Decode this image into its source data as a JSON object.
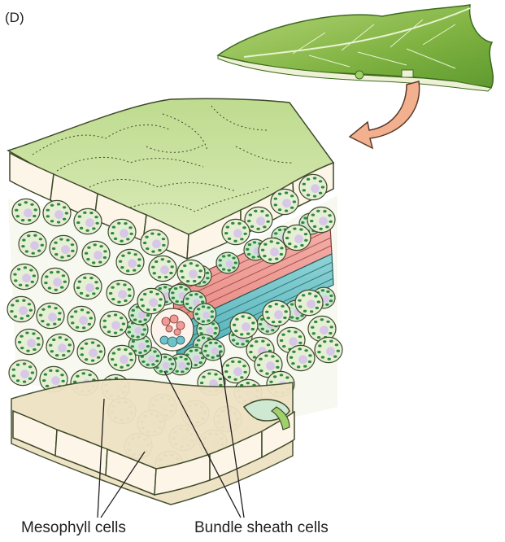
{
  "panel_label": "(D)",
  "labels": {
    "mesophyll": "Mesophyll cells",
    "bundle_sheath": "Bundle sheath cells"
  },
  "colors": {
    "leaf_green": "#8fbf4a",
    "upper_surface": "#cfe3a4",
    "epidermis_fill": "#fdf6e8",
    "lower_surface": "#efe2c4",
    "mesophyll_cell": "#e6efd6",
    "chloroplast": "#2e8b3a",
    "nucleus": "#d8c8e8",
    "bundle_sheath_cell": "#cfe8d2",
    "phloem": "#f29a94",
    "xylem": "#6dc3c8",
    "arrow": "#f2b08e"
  }
}
